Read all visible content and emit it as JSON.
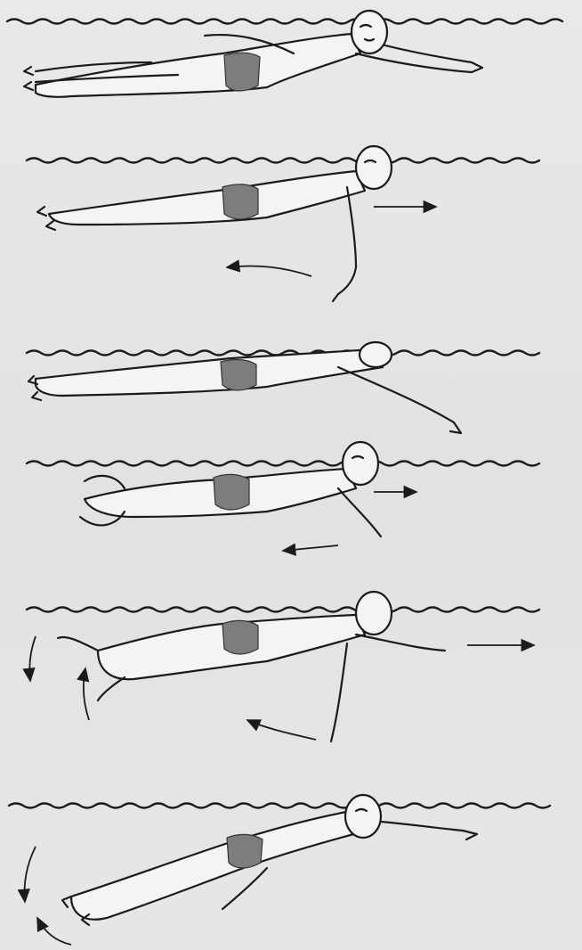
{
  "figure": {
    "stages": [
      {
        "id": 1,
        "arrows": []
      },
      {
        "id": 2,
        "arrows": [
          "push-right",
          "sweep-back"
        ]
      },
      {
        "id": 3,
        "arrows": []
      },
      {
        "id": 4,
        "arrows": [
          "push-right",
          "sweep-back"
        ]
      },
      {
        "id": 5,
        "arrows": [
          "push-right",
          "sweep-back",
          "leg-kick-down",
          "leg-kick-up"
        ]
      },
      {
        "id": 6,
        "arrows": [
          "leg-kick-down",
          "leg-kick-up"
        ]
      }
    ],
    "colors": {
      "ink": "#1b1b1b",
      "suit": "#7d7d7d",
      "paper": "#e6e6e4"
    }
  }
}
